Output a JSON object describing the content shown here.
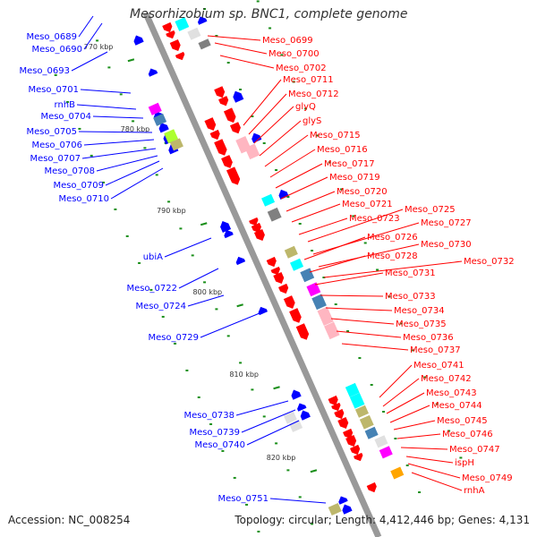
{
  "title": "Mesorhizobium sp. BNC1, complete genome",
  "footer": {
    "accession_label": "Accession:",
    "accession": "NC_008254",
    "topology_label": "Topology:",
    "topology": "circular",
    "length_label": "Length:",
    "length": "4,412,446 bp",
    "genes_label": "Genes:",
    "genes": "4,131"
  },
  "colors": {
    "forward": "#ff0000",
    "reverse": "#0000ff",
    "backbone": "#999999",
    "tick": "#1a8f1a",
    "cog": [
      "#00ffff",
      "#ffb6c1",
      "#bdb76b",
      "#e0e0e0",
      "#ff00ff",
      "#4682b4",
      "#808080",
      "#adff2f",
      "#ffa500"
    ]
  },
  "ticks": [
    {
      "label": "770 kbp"
    },
    {
      "label": "780 kbp"
    },
    {
      "label": "790 kbp"
    },
    {
      "label": "800 kbp"
    },
    {
      "label": "810 kbp"
    },
    {
      "label": "820 kbp"
    }
  ],
  "genes_forward": [
    {
      "label": "Meso_0699"
    },
    {
      "label": "Meso_0700"
    },
    {
      "label": "Meso_0702"
    },
    {
      "label": "Meso_0711"
    },
    {
      "label": "Meso_0712"
    },
    {
      "label": "glyQ"
    },
    {
      "label": "glyS"
    },
    {
      "label": "Meso_0715"
    },
    {
      "label": "Meso_0716"
    },
    {
      "label": "Meso_0717"
    },
    {
      "label": "Meso_0719"
    },
    {
      "label": "Meso_0720"
    },
    {
      "label": "Meso_0721"
    },
    {
      "label": "Meso_0725"
    },
    {
      "label": "Meso_0723"
    },
    {
      "label": "Meso_0727"
    },
    {
      "label": "Meso_0726"
    },
    {
      "label": "Meso_0730"
    },
    {
      "label": "Meso_0728"
    },
    {
      "label": "Meso_0732"
    },
    {
      "label": "Meso_0731"
    },
    {
      "label": "Meso_0733"
    },
    {
      "label": "Meso_0734"
    },
    {
      "label": "Meso_0735"
    },
    {
      "label": "Meso_0736"
    },
    {
      "label": "Meso_0737"
    },
    {
      "label": "Meso_0741"
    },
    {
      "label": "Meso_0742"
    },
    {
      "label": "Meso_0743"
    },
    {
      "label": "Meso_0744"
    },
    {
      "label": "Meso_0745"
    },
    {
      "label": "Meso_0746"
    },
    {
      "label": "Meso_0747"
    },
    {
      "label": "ispH"
    },
    {
      "label": "Meso_0749"
    },
    {
      "label": "rnhA"
    }
  ],
  "genes_reverse": [
    {
      "label": "Meso_0689"
    },
    {
      "label": "Meso_0690"
    },
    {
      "label": "Meso_0693"
    },
    {
      "label": "Meso_0701"
    },
    {
      "label": "rnhB"
    },
    {
      "label": "Meso_0704"
    },
    {
      "label": "Meso_0705"
    },
    {
      "label": "Meso_0706"
    },
    {
      "label": "Meso_0707"
    },
    {
      "label": "Meso_0708"
    },
    {
      "label": "Meso_0709"
    },
    {
      "label": "Meso_0710"
    },
    {
      "label": "ubiA"
    },
    {
      "label": "Meso_0722"
    },
    {
      "label": "Meso_0724"
    },
    {
      "label": "Meso_0729"
    },
    {
      "label": "Meso_0738"
    },
    {
      "label": "Meso_0739"
    },
    {
      "label": "Meso_0740"
    },
    {
      "label": "Meso_0751"
    }
  ]
}
